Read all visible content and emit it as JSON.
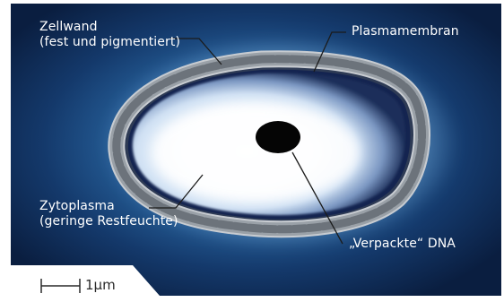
{
  "labels": {
    "cell_wall_line1": "Zellwand",
    "cell_wall_line2": "(fest und pigmentiert)",
    "plasma_membrane": "Plasmamembran",
    "cytoplasm_line1": "Zytoplasma",
    "cytoplasm_line2": "(geringe Restfeuchte)",
    "dna": "„Verpackte“ DNA"
  },
  "scale_bar": {
    "label": "1µm"
  },
  "colors": {
    "background_dark": "#0b2145",
    "background_mid": "#13386a",
    "cell_wall_segment": "#7c8288",
    "cell_wall_outline": "#c8ccd1",
    "nucleus": "#050505",
    "label_text": "#ffffff",
    "leader_line": "#1b1b1b"
  }
}
